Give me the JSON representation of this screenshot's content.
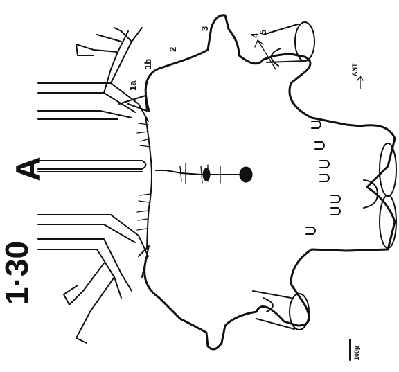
{
  "figure": {
    "figure_number": "1·30",
    "panel_letter": "A",
    "orientation_label": "ANT",
    "scale_label": "100μ",
    "structure_labels": [
      "1a",
      "1b",
      "2",
      "3",
      "4",
      "5"
    ]
  }
}
